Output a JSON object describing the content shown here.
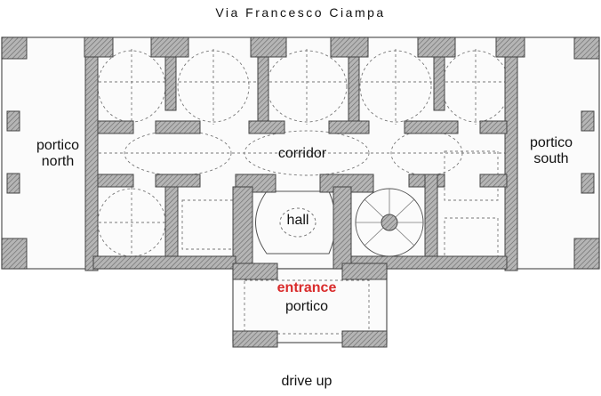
{
  "title": "Via Francesco Ciampa",
  "labels": {
    "portico_north": "portico\nnorth",
    "portico_north_l1": "portico",
    "portico_north_l2": "north",
    "portico_south_l1": "portico",
    "portico_south_l2": "south",
    "corridor": "corridor",
    "hall": "hall",
    "entrance": "entrance",
    "entrance_portico": "portico",
    "drive_up": "drive up"
  },
  "colors": {
    "wall": "#9a9a9a",
    "accent": "#d92b2b",
    "background": "#ffffff"
  }
}
